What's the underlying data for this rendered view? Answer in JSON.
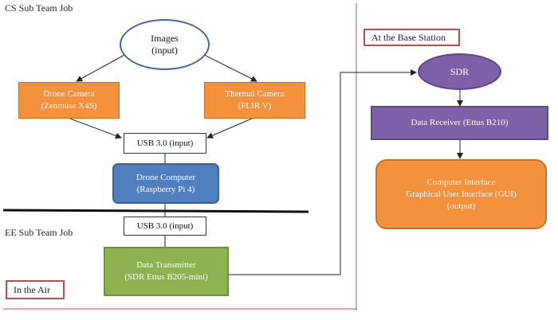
{
  "headings": {
    "cs_team": "CS Sub Team Job",
    "ee_team": "EE Sub Team Job",
    "base_station": "At the Base Station",
    "in_air": "In the Air"
  },
  "nodes": {
    "images": [
      "Images",
      "(input)"
    ],
    "drone_camera": [
      "Drone Camera",
      "(Zenmuse X4S)"
    ],
    "thermal_camera": [
      "Thermal Camera",
      "(FLIR V)"
    ],
    "usb_top": "USB 3.0 (input)",
    "drone_computer": [
      "Drone Computer",
      "(Raspberry Pi 4)"
    ],
    "usb_bottom": "USB 3.0 (input)",
    "data_transmitter": [
      "Data Transmitter",
      "(SDR Ettus B205-mini)"
    ],
    "sdr": "SDR",
    "data_receiver": "Data Receiver (Ettus B210)",
    "computer_interface": [
      "Computer Interface",
      "Graphical User Interface (GUI)",
      "(output)"
    ]
  },
  "colors": {
    "orange": "#f3913d",
    "blue": "#4f7fbf",
    "green": "#8db251",
    "purple": "#7d60a8",
    "divider_red": "#c0504d"
  }
}
